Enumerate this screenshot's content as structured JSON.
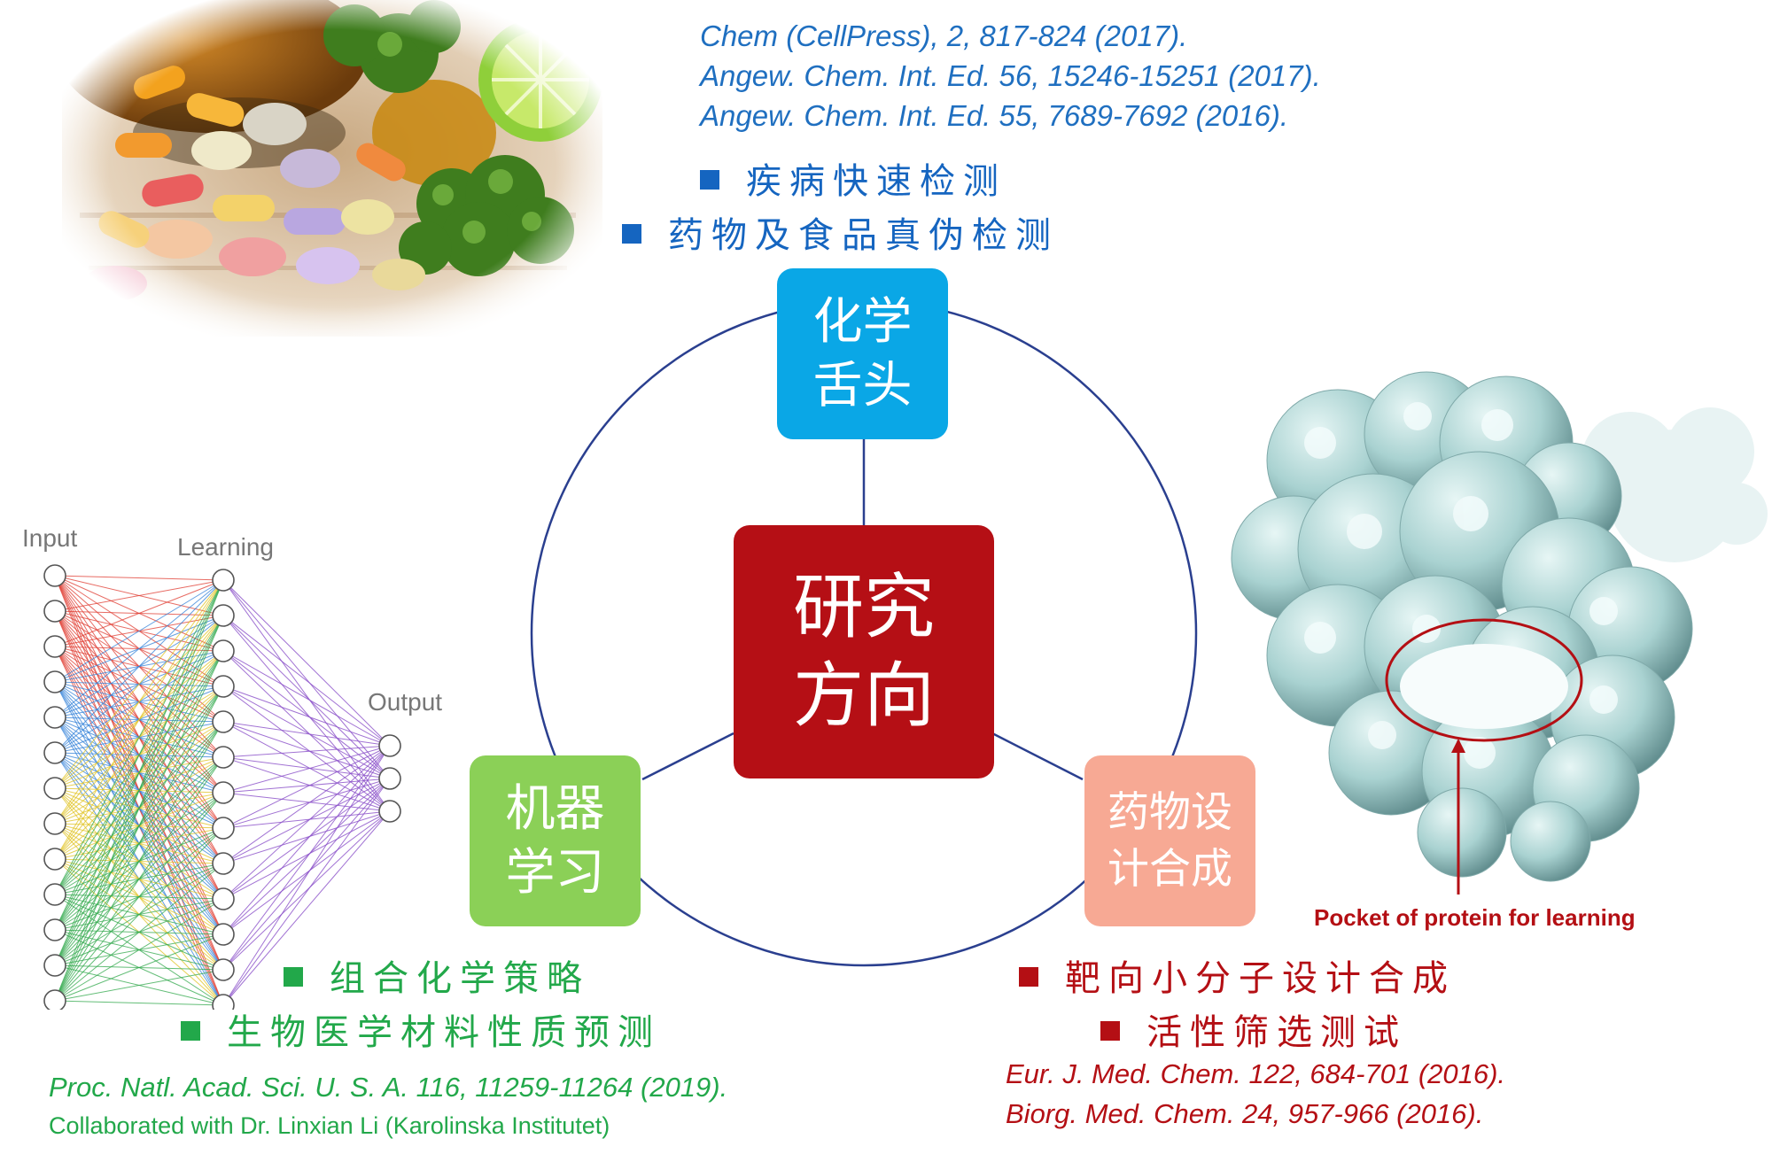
{
  "center": {
    "line1": "研究",
    "line2": "方向"
  },
  "nodes": {
    "chem": {
      "line1": "化学",
      "line2": "舌头"
    },
    "ml": {
      "line1": "机器",
      "line2": "学习"
    },
    "drug": {
      "line1": "药物设",
      "line2": "计合成"
    }
  },
  "top_refs": [
    "Chem (CellPress), 2, 817-824 (2017).",
    "Angew. Chem. Int. Ed. 56, 15246-15251 (2017).",
    "Angew. Chem. Int. Ed. 55, 7689-7692 (2016)."
  ],
  "top_bullets": [
    "疾病快速检测",
    "药物及食品真伪检测"
  ],
  "left_bullets": [
    "组合化学策略",
    "生物医学材料性质预测"
  ],
  "left_refs": [
    "Proc. Natl. Acad. Sci. U. S. A. 116, 11259-11264 (2019).",
    "Collaborated with Dr. Linxian Li (Karolinska Institutet)"
  ],
  "right_bullets": [
    "靶向小分子设计合成",
    "活性筛选测试"
  ],
  "right_refs": [
    "Eur. J. Med. Chem. 122, 684-701 (2016).",
    "Biorg. Med. Chem. 24, 957-966 (2016)."
  ],
  "nn": {
    "input_label": "Input",
    "learning_label": "Learning",
    "output_label": "Output"
  },
  "protein": {
    "caption": "Pocket of protein for learning"
  },
  "colors": {
    "blue_text": "#1f6fc0",
    "bullet_blue": "#1565c0",
    "green": "#22a84a",
    "red": "#b40f14",
    "center_box": "#b50f15",
    "chem_box": "#0aa7e6",
    "ml_box": "#8bd057",
    "drug_box": "#f7a994",
    "circle": "#2a3f8f"
  }
}
